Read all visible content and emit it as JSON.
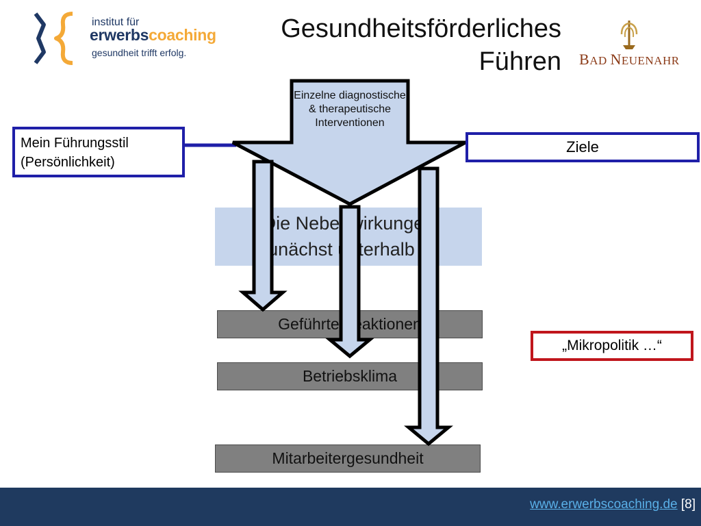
{
  "header": {
    "logo_left": {
      "line1": "institut für",
      "line2a": "erwerbs",
      "line2b": "coaching",
      "line3": "gesundheit trifft erfolg."
    },
    "title_line1": "Gesundheitsförderliches",
    "title_line2": "Führen",
    "logo_right": {
      "part1": "B",
      "part2": "AD ",
      "part3": "N",
      "part4": "EUENAHR"
    }
  },
  "diagram": {
    "arrow_label": "Einzelne diagnostische & therapeutische Interventionen",
    "style_box_line1": "Mein Führungsstil",
    "style_box_line2": "(Persönlichkeit)",
    "goals_box": "Ziele",
    "side_effects_line1": "Die Nebenwirkungen",
    "side_effects_line2": "zunächst unterhalb …",
    "bar_reactions": "Geführtenreaktionen",
    "bar_climate": "Betriebsklima",
    "bar_health": "Mitarbeitergesundheit",
    "micropolitics": "„Mikropolitik …“"
  },
  "footer": {
    "url": "www.erwerbscoaching.de",
    "page": "[8]"
  },
  "colors": {
    "blue_border": "#1f1fa8",
    "light_blue": "#c6d5ec",
    "gray_bar": "#808080",
    "red_border": "#c0161c",
    "footer_bg": "#1f3a5f",
    "logo_orange": "#f4a937",
    "logo_navy": "#1f3864"
  }
}
